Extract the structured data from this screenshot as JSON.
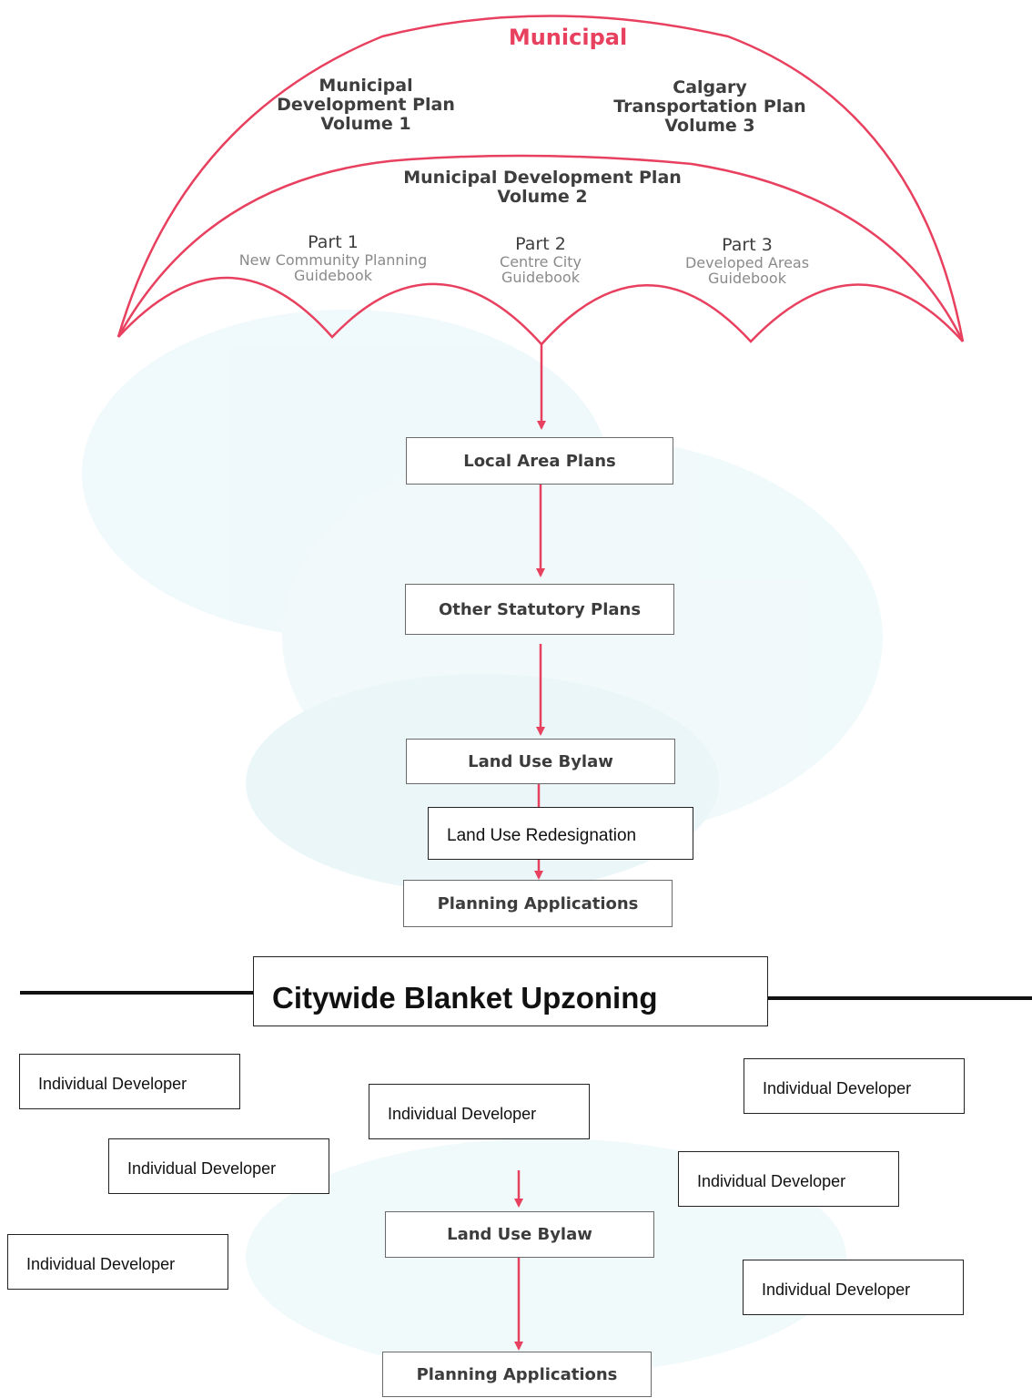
{
  "umbrella": {
    "top_label": "Municipal",
    "left_plan": [
      "Municipal",
      "Development Plan",
      "Volume 1"
    ],
    "right_plan": [
      "Calgary",
      "Transportation Plan",
      "Volume 3"
    ],
    "middle_plan": [
      "Municipal Development Plan",
      "Volume 2"
    ],
    "parts": [
      {
        "title": "Part 1",
        "sub": [
          "New Community Planning",
          "Guidebook"
        ]
      },
      {
        "title": "Part 2",
        "sub": [
          "Centre City",
          "Guidebook"
        ]
      },
      {
        "title": "Part 3",
        "sub": [
          "Developed Areas",
          "Guidebook"
        ]
      }
    ]
  },
  "flow_top": {
    "local_area_plans": "Local Area Plans",
    "other_statutory_plans": "Other Statutory Plans",
    "land_use_bylaw": "Land Use Bylaw",
    "land_use_redesignation": "Land Use Redesignation",
    "planning_applications": "Planning Applications"
  },
  "divider_title": "Citywide Blanket Upzoning",
  "flow_bottom": {
    "developers": [
      "Individual Developer",
      "Individual Developer",
      "Individual Developer",
      "Individual Developer",
      "Individual Developer",
      "Individual Developer",
      "Individual Developer"
    ],
    "land_use_bylaw": "Land Use Bylaw",
    "planning_applications": "Planning Applications"
  },
  "colors": {
    "accent_red": "#e8405f",
    "line_red": "#cc3552",
    "text_gray": "#3e3e3e",
    "muted_gray": "#8a8a8a",
    "watercolor_blue": "#d4eef3"
  }
}
